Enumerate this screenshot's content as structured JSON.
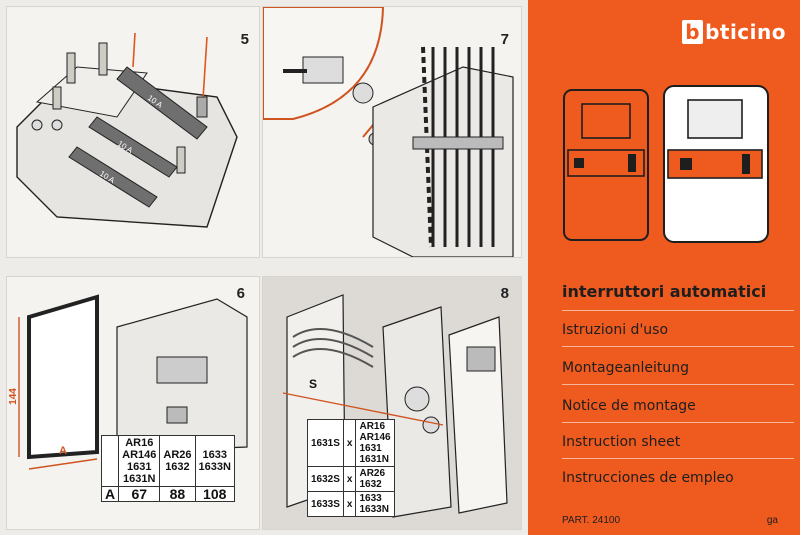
{
  "panels": [
    {
      "id": "panel-5",
      "number": "5",
      "labels": [
        "10 A",
        "10 A",
        "10 A"
      ]
    },
    {
      "id": "panel-7",
      "number": "7"
    },
    {
      "id": "panel-6",
      "number": "6",
      "dims": {
        "height": "144",
        "width": "A"
      }
    },
    {
      "id": "panel-8",
      "number": "8",
      "box_label": "S"
    }
  ],
  "dimension_table": {
    "headers": [
      [
        "AR16",
        "AR146",
        "1631",
        "1631N"
      ],
      [
        "AR26",
        "1632"
      ],
      [
        "1633",
        "1633N"
      ]
    ],
    "row_label": "A",
    "values": [
      "67",
      "88",
      "108"
    ]
  },
  "compat_table": {
    "rows": [
      {
        "model": "1631S",
        "x": "x",
        "items": [
          "AR16",
          "AR146",
          "1631",
          "1631N"
        ]
      },
      {
        "model": "1632S",
        "x": "x",
        "items": [
          "AR26",
          "1632"
        ]
      },
      {
        "model": "1633S",
        "x": "x",
        "items": [
          "1633",
          "1633N"
        ]
      }
    ]
  },
  "cover": {
    "brand": "bticino",
    "title": "interruttori automatici",
    "languages": [
      "Istruzioni d'uso",
      "Montageanleitung",
      "Notice de montage",
      "Instruction sheet",
      "Instrucciones de empleo"
    ],
    "part": "PART. 24100",
    "code": "ga",
    "colors": {
      "orange": "#ef5a1f",
      "ink": "#1e1e1e"
    }
  }
}
